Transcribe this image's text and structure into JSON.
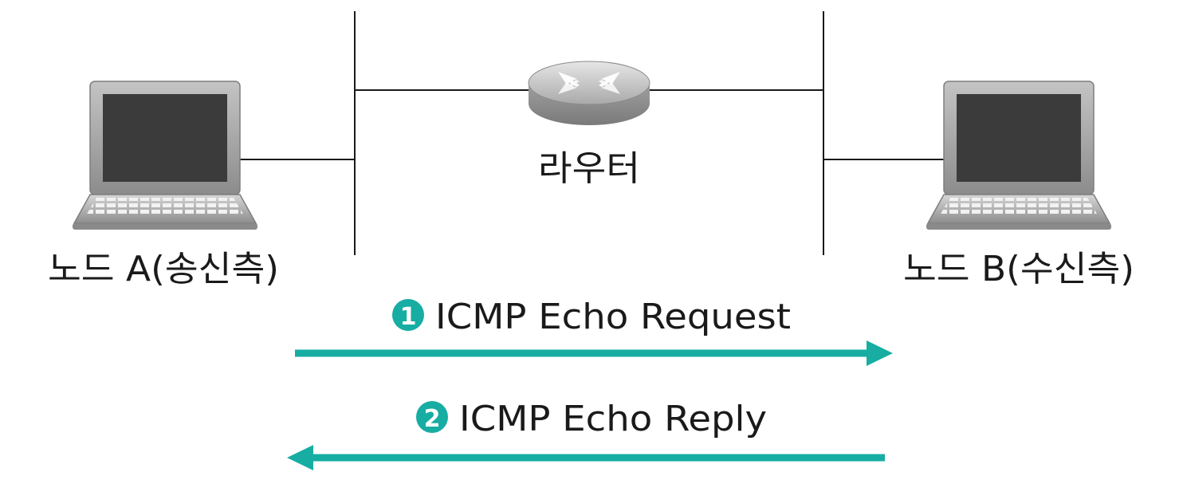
{
  "nodes": {
    "sender_label": "노드 A(송신측)",
    "receiver_label": "노드 B(수신측)",
    "router_label": "라우터"
  },
  "messages": [
    {
      "step": "1",
      "text": "ICMP Echo Request",
      "direction": "A-to-B"
    },
    {
      "step": "2",
      "text": "ICMP Echo Reply",
      "direction": "B-to-A"
    }
  ],
  "colors": {
    "arrow": "#17ada3",
    "badge": "#17ada3",
    "line": "#1a1a1a",
    "laptop_body": "#9a9a9a",
    "laptop_screen": "#3a3a3a",
    "router": "#b8b8b8"
  }
}
